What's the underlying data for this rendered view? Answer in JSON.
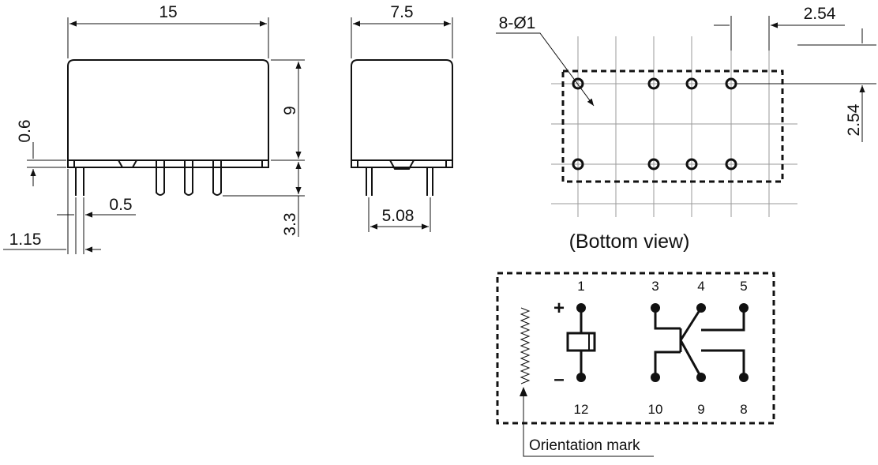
{
  "dimensions": {
    "length": "15",
    "width": "7.5",
    "height": "9",
    "standoff": "0.6",
    "pin_width": "0.5",
    "pin_length": "3.3",
    "pin_offset": "1.15",
    "row_spacing": "5.08",
    "hole_count_dia": "8-Ø1",
    "pitch_x": "2.54",
    "pitch_y": "2.54"
  },
  "bottom_view": {
    "label": "(Bottom view)"
  },
  "schematic": {
    "pins_top": [
      "1",
      "3",
      "4",
      "5"
    ],
    "pins_bottom": [
      "12",
      "10",
      "9",
      "8"
    ],
    "plus": "+",
    "minus": "–",
    "orientation_label": "Orientation mark"
  },
  "colors": {
    "ink": "#111111",
    "grid": "#9a9a9a",
    "background": "#ffffff"
  }
}
